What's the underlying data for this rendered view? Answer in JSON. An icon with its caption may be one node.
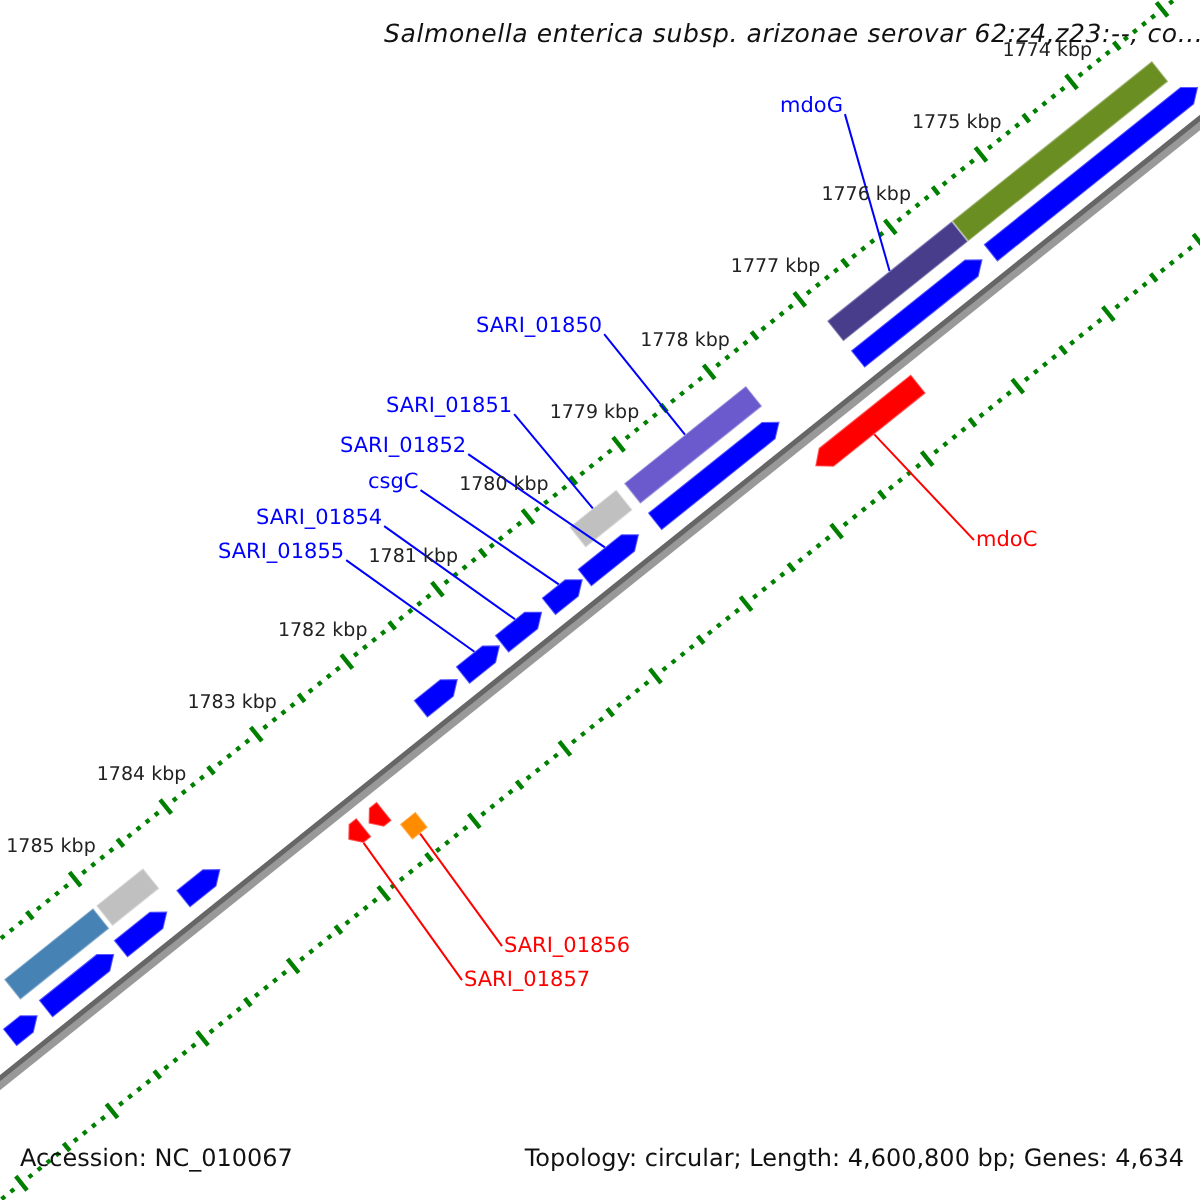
{
  "diagram": {
    "title": "Salmonella enterica subsp. arizonae serovar 62:z4,z23:--, co...",
    "nodes": [
      {
        "text": [
          "mdoG"
        ]
      },
      {
        "text": [
          "SARI_01850"
        ]
      },
      {
        "text": [
          "SARI_01851"
        ]
      },
      {
        "text": [
          "SARI_01852"
        ]
      },
      {
        "text": [
          "csgC"
        ]
      },
      {
        "text": [
          "SARI_01854"
        ]
      },
      {
        "text": [
          "SARI_01855"
        ]
      },
      {
        "text": [
          "mdoC"
        ]
      },
      {
        "text": [
          "SARI_01856"
        ]
      },
      {
        "text": [
          "SARI_01857"
        ]
      },
      {
        "text": [],
        "shape": "bar"
      },
      {
        "text": [],
        "shape": "bar"
      },
      {
        "text": [],
        "shape": "bar"
      },
      {
        "text": [],
        "shape": "arrow"
      },
      {
        "text": [],
        "shape": "arrow"
      },
      {
        "text": [],
        "shape": "arrow"
      },
      {
        "text": [],
        "shape": "arrow"
      },
      {
        "text": [],
        "shape": "arrow"
      },
      {
        "text": [],
        "shape": "diamond"
      },
      {
        "text": [],
        "shape": "arrow"
      },
      {
        "text": [],
        "shape": "bar"
      },
      {
        "text": [],
        "shape": "arrow"
      },
      {
        "text": [],
        "shape": "arrow"
      },
      {
        "text": [],
        "shape": "arrow"
      },
      {
        "text": [],
        "shape": "arrow"
      },
      {
        "text": [],
        "shape": "bar"
      },
      {
        "text": [],
        "shape": "bar"
      },
      {
        "text": [],
        "shape": "arrow"
      },
      {
        "text": [],
        "shape": "arrow"
      },
      {
        "text": [],
        "shape": "arrow"
      },
      {
        "text": [],
        "shape": "arrow"
      },
      {
        "text": [],
        "shape": "arrow"
      }
    ],
    "edges": [
      {
        "from": 0,
        "to": 10,
        "arrow": "none"
      },
      {
        "from": 1,
        "to": 11,
        "arrow": "none"
      },
      {
        "from": 2,
        "to": 12,
        "arrow": "none"
      },
      {
        "from": 3,
        "to": 13,
        "arrow": "none"
      },
      {
        "from": 4,
        "to": 14,
        "arrow": "none"
      },
      {
        "from": 5,
        "to": 15,
        "arrow": "none"
      },
      {
        "from": 6,
        "to": 16,
        "arrow": "none"
      },
      {
        "from": 7,
        "to": 17,
        "arrow": "none",
        "color": "#ff0000"
      },
      {
        "from": 8,
        "to": 18,
        "arrow": "none",
        "color": "#ff0000"
      },
      {
        "from": 9,
        "to": 19,
        "arrow": "none",
        "color": "#ff0000"
      }
    ],
    "labels": [
      "1774 kbp",
      "1775 kbp",
      "1776 kbp",
      "1777 kbp",
      "1778 kbp",
      "1779 kbp",
      "1780 kbp",
      "1781 kbp",
      "1782 kbp",
      "1783 kbp",
      "1784 kbp",
      "1785 kbp",
      "Accession: NC_010067",
      "Topology: circular; Length: 4,600,800 bp; Genes: 4,634"
    ]
  }
}
